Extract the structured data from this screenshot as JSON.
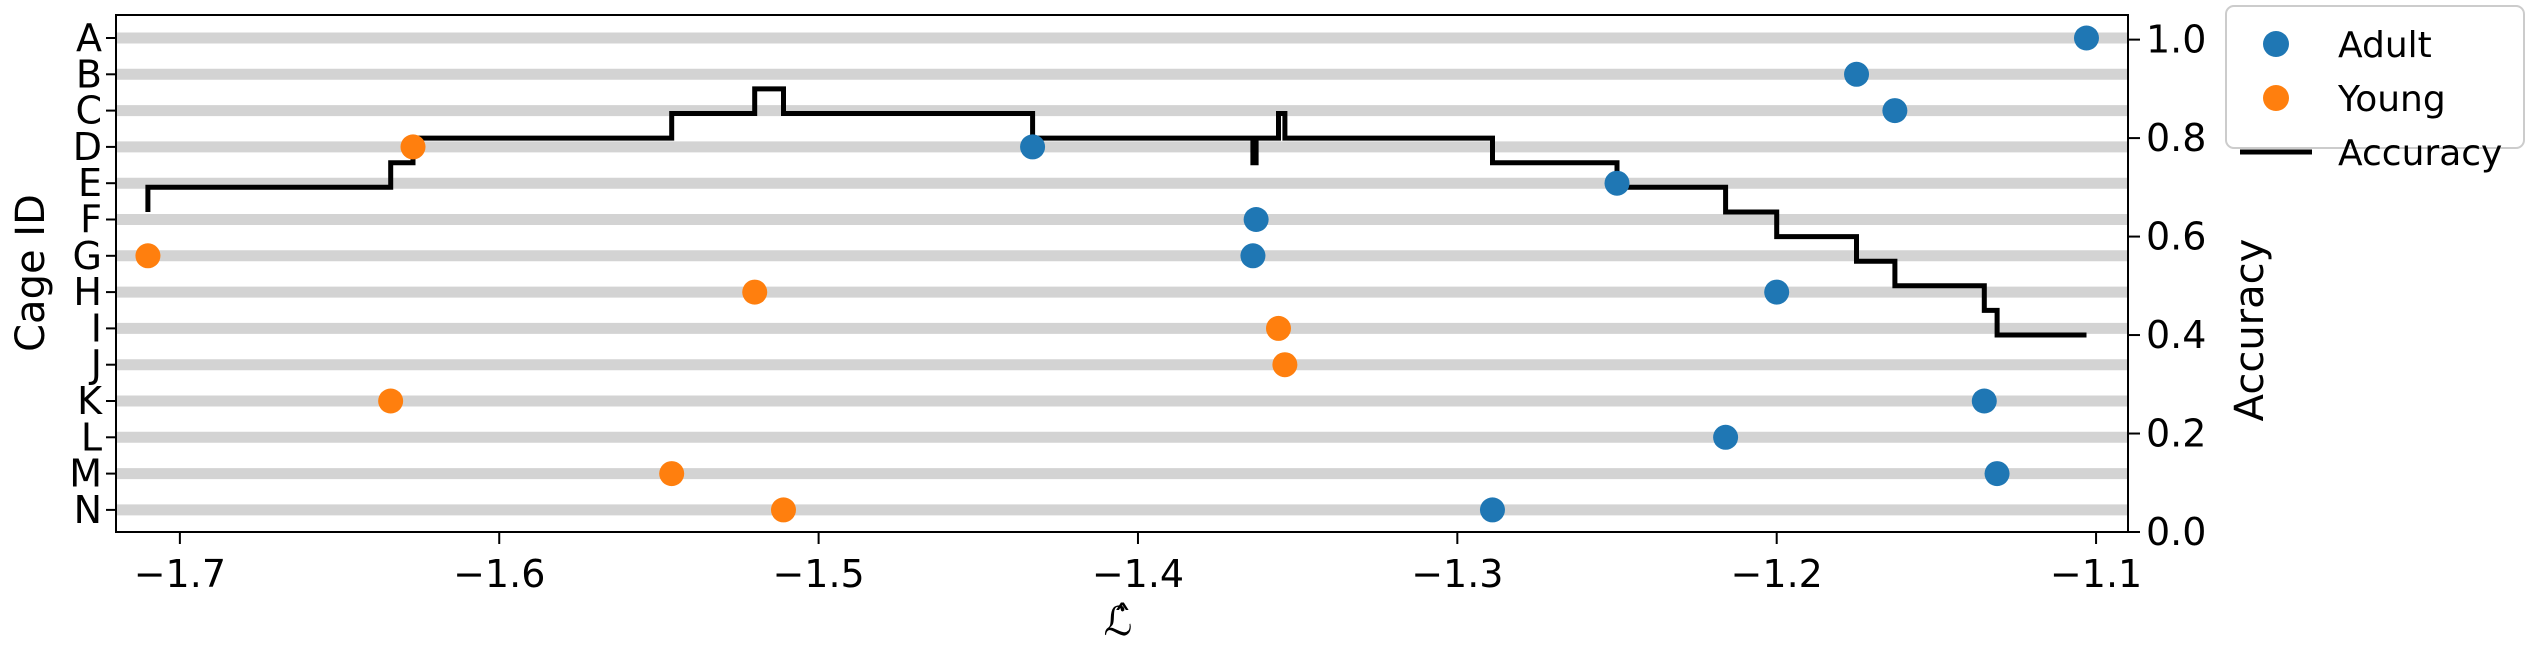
{
  "chart_data": {
    "type": "scatter",
    "xlabel": "ℒ̂",
    "ylabel_left": "Cage ID",
    "ylabel_right": "Accuracy",
    "xlim": [
      -1.72,
      -1.09
    ],
    "ylim_right": [
      0.0,
      1.05
    ],
    "x_ticks": [
      -1.7,
      -1.6,
      -1.5,
      -1.4,
      -1.3,
      -1.2,
      -1.1
    ],
    "x_tick_labels": [
      "−1.7",
      "−1.6",
      "−1.5",
      "−1.4",
      "−1.3",
      "−1.2",
      "−1.1"
    ],
    "y_ticks_right": [
      0.0,
      0.2,
      0.4,
      0.6,
      0.8,
      1.0
    ],
    "y_tick_labels_right": [
      "0.0",
      "0.2",
      "0.4",
      "0.6",
      "0.8",
      "1.0"
    ],
    "categories": [
      "A",
      "B",
      "C",
      "D",
      "E",
      "F",
      "G",
      "H",
      "I",
      "J",
      "K",
      "L",
      "M",
      "N"
    ],
    "legend": {
      "position": "outside-top-right",
      "entries": [
        "Adult",
        "Young",
        "Accuracy"
      ]
    },
    "colors": {
      "Adult": "#1f77b4",
      "Young": "#ff7f0e",
      "Accuracy": "#000000",
      "row_band": "#d3d3d3"
    },
    "series": [
      {
        "name": "Adult",
        "kind": "scatter",
        "points": [
          {
            "cage": "A",
            "x": -1.103
          },
          {
            "cage": "B",
            "x": -1.175
          },
          {
            "cage": "C",
            "x": -1.163
          },
          {
            "cage": "D",
            "x": -1.433
          },
          {
            "cage": "E",
            "x": -1.25
          },
          {
            "cage": "F",
            "x": -1.363
          },
          {
            "cage": "G",
            "x": -1.364
          },
          {
            "cage": "H",
            "x": -1.2
          },
          {
            "cage": "K",
            "x": -1.135
          },
          {
            "cage": "L",
            "x": -1.216
          },
          {
            "cage": "M",
            "x": -1.131
          },
          {
            "cage": "N",
            "x": -1.289
          }
        ]
      },
      {
        "name": "Young",
        "kind": "scatter",
        "points": [
          {
            "cage": "D",
            "x": -1.627
          },
          {
            "cage": "G",
            "x": -1.71
          },
          {
            "cage": "H",
            "x": -1.52
          },
          {
            "cage": "I",
            "x": -1.356
          },
          {
            "cage": "J",
            "x": -1.354
          },
          {
            "cage": "K",
            "x": -1.634
          },
          {
            "cage": "M",
            "x": -1.546
          },
          {
            "cage": "N",
            "x": -1.511
          }
        ]
      },
      {
        "name": "Accuracy",
        "kind": "step",
        "points": [
          {
            "x": -1.71,
            "y": 0.65
          },
          {
            "x": -1.71,
            "y": 0.7
          },
          {
            "x": -1.634,
            "y": 0.7
          },
          {
            "x": -1.634,
            "y": 0.75
          },
          {
            "x": -1.627,
            "y": 0.75
          },
          {
            "x": -1.627,
            "y": 0.8
          },
          {
            "x": -1.546,
            "y": 0.8
          },
          {
            "x": -1.546,
            "y": 0.85
          },
          {
            "x": -1.52,
            "y": 0.85
          },
          {
            "x": -1.52,
            "y": 0.9
          },
          {
            "x": -1.511,
            "y": 0.9
          },
          {
            "x": -1.511,
            "y": 0.85
          },
          {
            "x": -1.433,
            "y": 0.85
          },
          {
            "x": -1.433,
            "y": 0.8
          },
          {
            "x": -1.364,
            "y": 0.8
          },
          {
            "x": -1.364,
            "y": 0.75
          },
          {
            "x": -1.363,
            "y": 0.75
          },
          {
            "x": -1.363,
            "y": 0.8
          },
          {
            "x": -1.356,
            "y": 0.8
          },
          {
            "x": -1.356,
            "y": 0.85
          },
          {
            "x": -1.354,
            "y": 0.85
          },
          {
            "x": -1.354,
            "y": 0.8
          },
          {
            "x": -1.289,
            "y": 0.8
          },
          {
            "x": -1.289,
            "y": 0.75
          },
          {
            "x": -1.25,
            "y": 0.75
          },
          {
            "x": -1.25,
            "y": 0.7
          },
          {
            "x": -1.216,
            "y": 0.7
          },
          {
            "x": -1.216,
            "y": 0.65
          },
          {
            "x": -1.2,
            "y": 0.65
          },
          {
            "x": -1.2,
            "y": 0.6
          },
          {
            "x": -1.175,
            "y": 0.6
          },
          {
            "x": -1.175,
            "y": 0.55
          },
          {
            "x": -1.163,
            "y": 0.55
          },
          {
            "x": -1.163,
            "y": 0.5
          },
          {
            "x": -1.135,
            "y": 0.5
          },
          {
            "x": -1.135,
            "y": 0.45
          },
          {
            "x": -1.131,
            "y": 0.45
          },
          {
            "x": -1.131,
            "y": 0.4
          },
          {
            "x": -1.103,
            "y": 0.4
          }
        ]
      }
    ]
  }
}
